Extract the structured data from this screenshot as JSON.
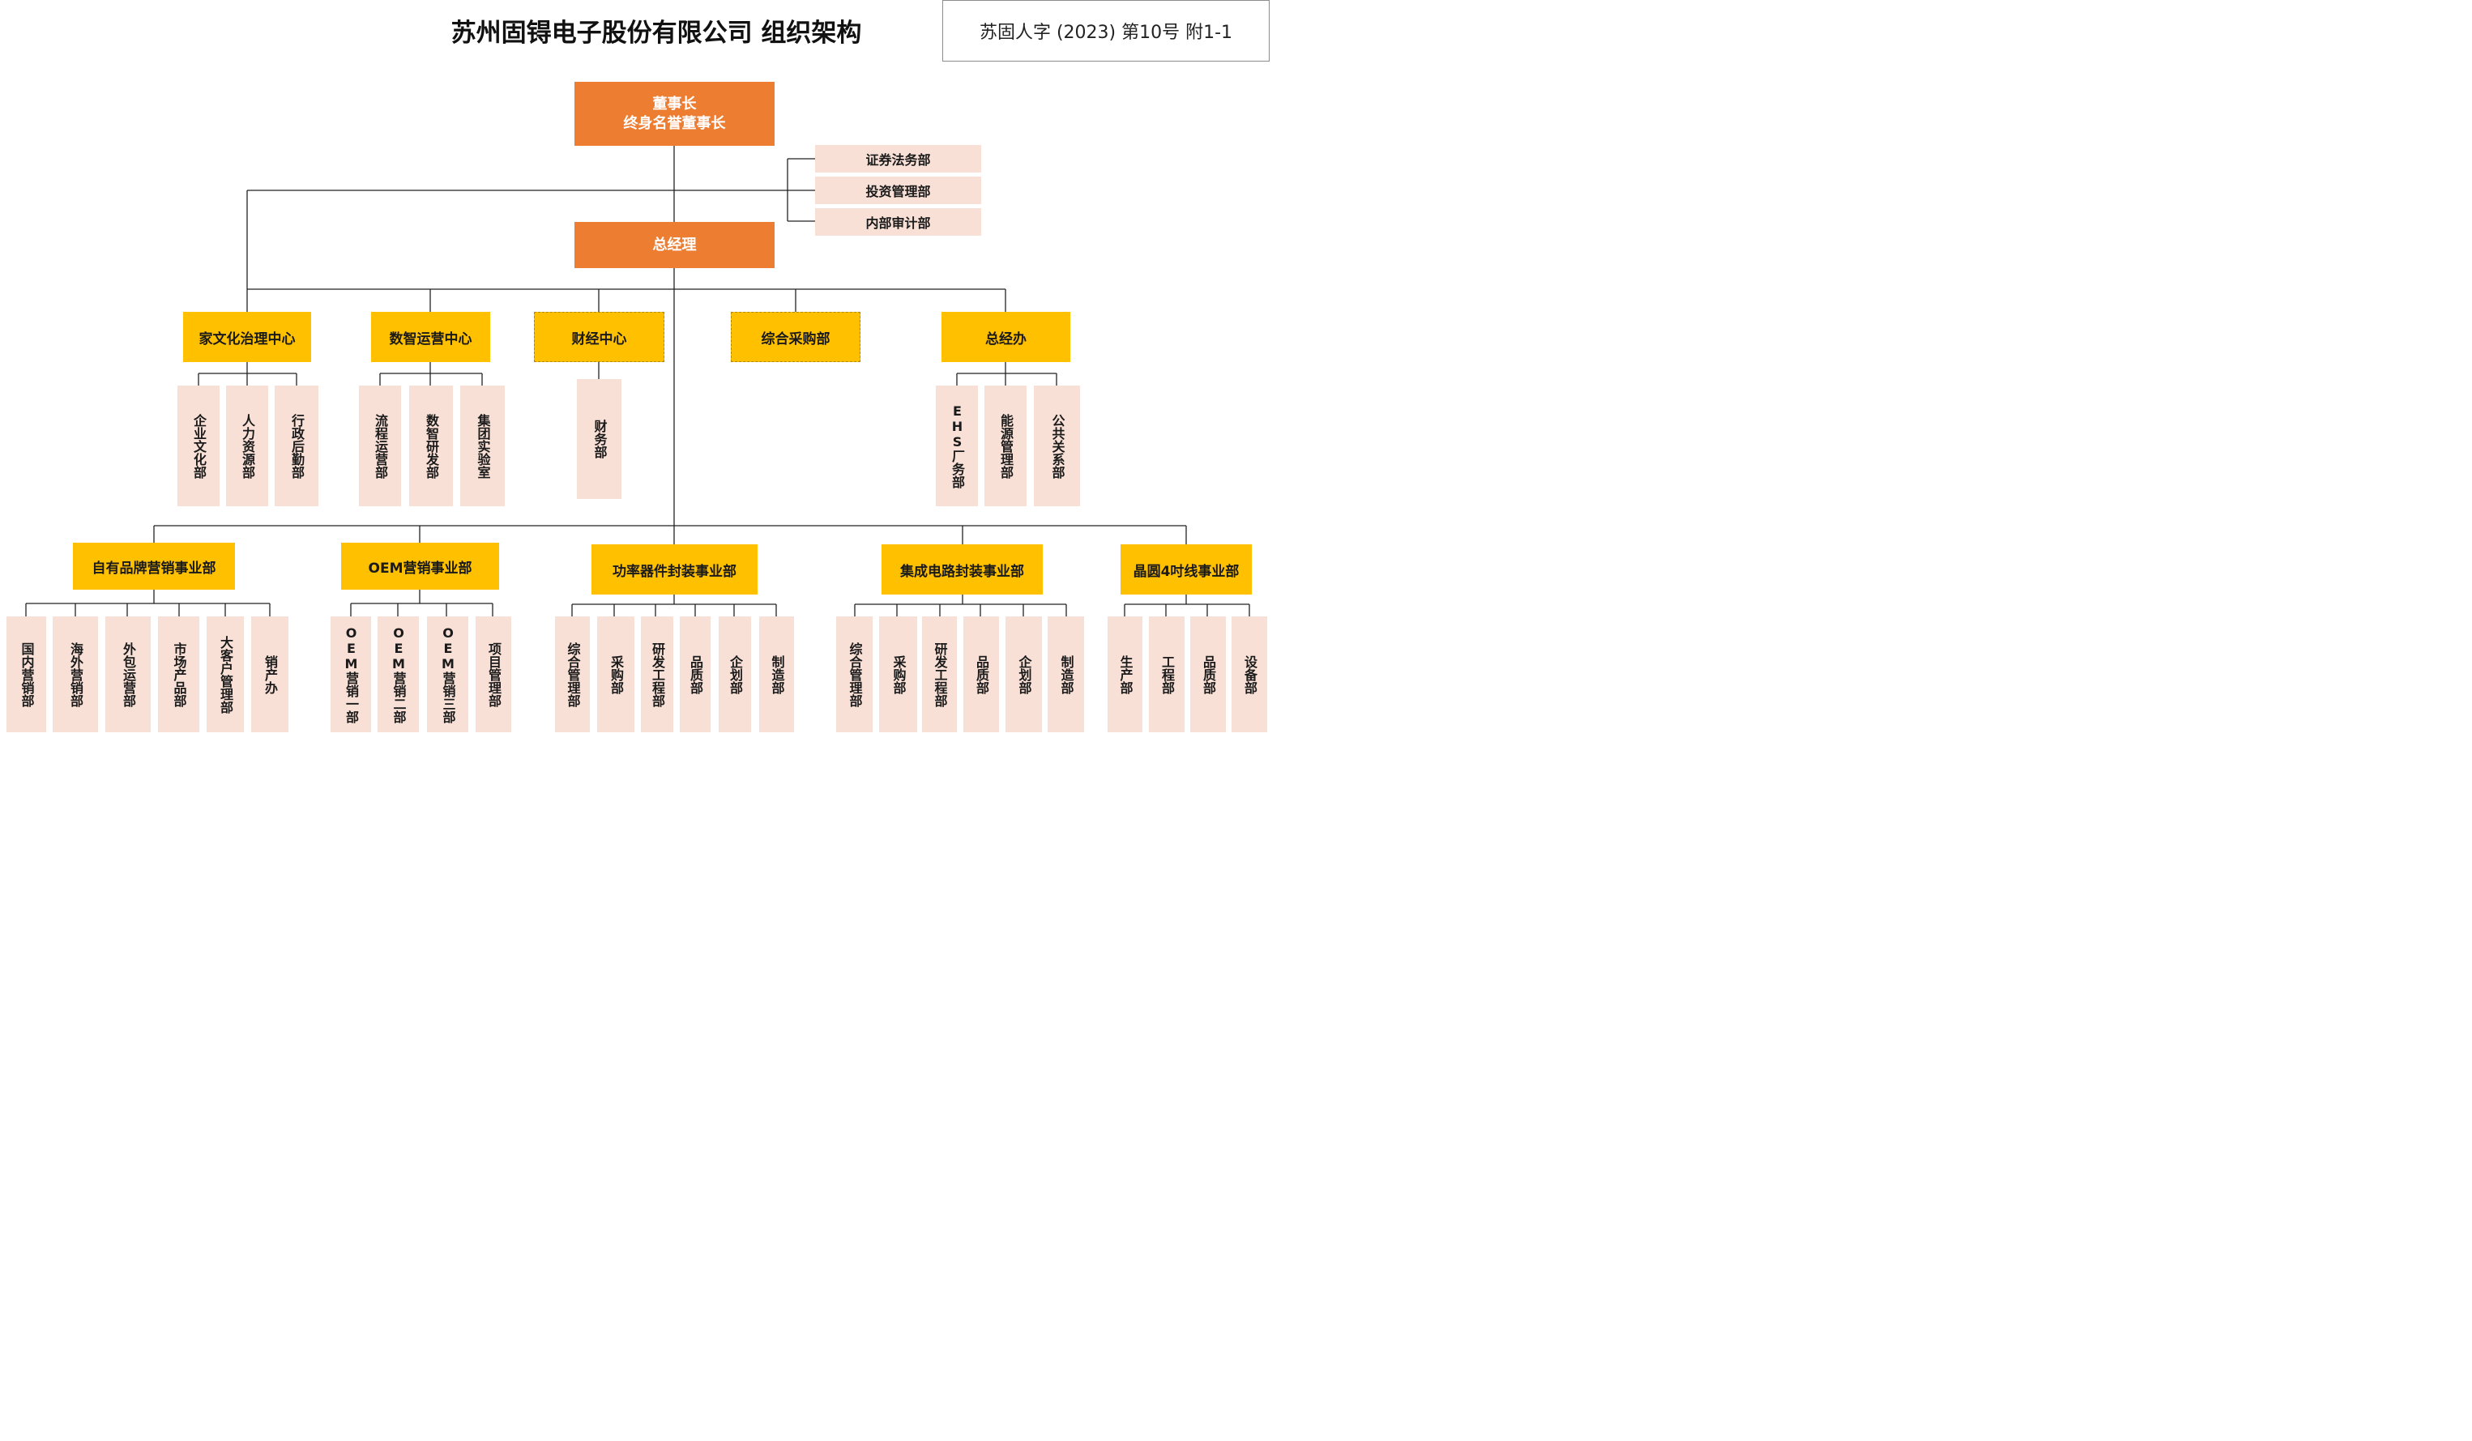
{
  "title": "苏州固锝电子股份有限公司 组织架构",
  "doc_number": "苏固人字 (2023) 第10号 附1-1",
  "chairman": {
    "line1": "董事长",
    "line2": "终身名誉董事长"
  },
  "board_depts": [
    "证券法务部",
    "投资管理部",
    "内部审计部"
  ],
  "general_manager": "总经理",
  "centers": [
    {
      "name": "家文化治理中心",
      "subs": [
        "企业文化部",
        "人力资源部",
        "行政后勤部"
      ]
    },
    {
      "name": "数智运营中心",
      "subs": [
        "流程运营部",
        "数智研发部",
        "集团实验室"
      ]
    },
    {
      "name": "财经中心",
      "subs": [
        "财务部"
      ]
    },
    {
      "name": "综合采购部",
      "subs": []
    },
    {
      "name": "总经办",
      "subs": [
        "EHS厂务部",
        "能源管理部",
        "公共关系部"
      ]
    }
  ],
  "business_units": [
    {
      "name": "自有品牌营销事业部",
      "subs": [
        "国内营销部",
        "海外营销部",
        "外包运营部",
        "市场产品部",
        "大客户管理部",
        "销产办"
      ]
    },
    {
      "name": "OEM营销事业部",
      "subs": [
        "OEM营销一部",
        "OEM营销二部",
        "OEM营销三部",
        "项目管理部"
      ]
    },
    {
      "name": "功率器件封装事业部",
      "subs": [
        "综合管理部",
        "采购部",
        "研发工程部",
        "品质部",
        "企划部",
        "制造部"
      ]
    },
    {
      "name": "集成电路封装事业部",
      "subs": [
        "综合管理部",
        "采购部",
        "研发工程部",
        "品质部",
        "企划部",
        "制造部"
      ]
    },
    {
      "name": "晶圆4吋线事业部",
      "subs": [
        "生产部",
        "工程部",
        "品质部",
        "设备部"
      ]
    }
  ],
  "colors": {
    "orange": "#ed7d31",
    "yellow": "#ffc000",
    "pink": "#f8e0d6",
    "line": "#222222"
  }
}
